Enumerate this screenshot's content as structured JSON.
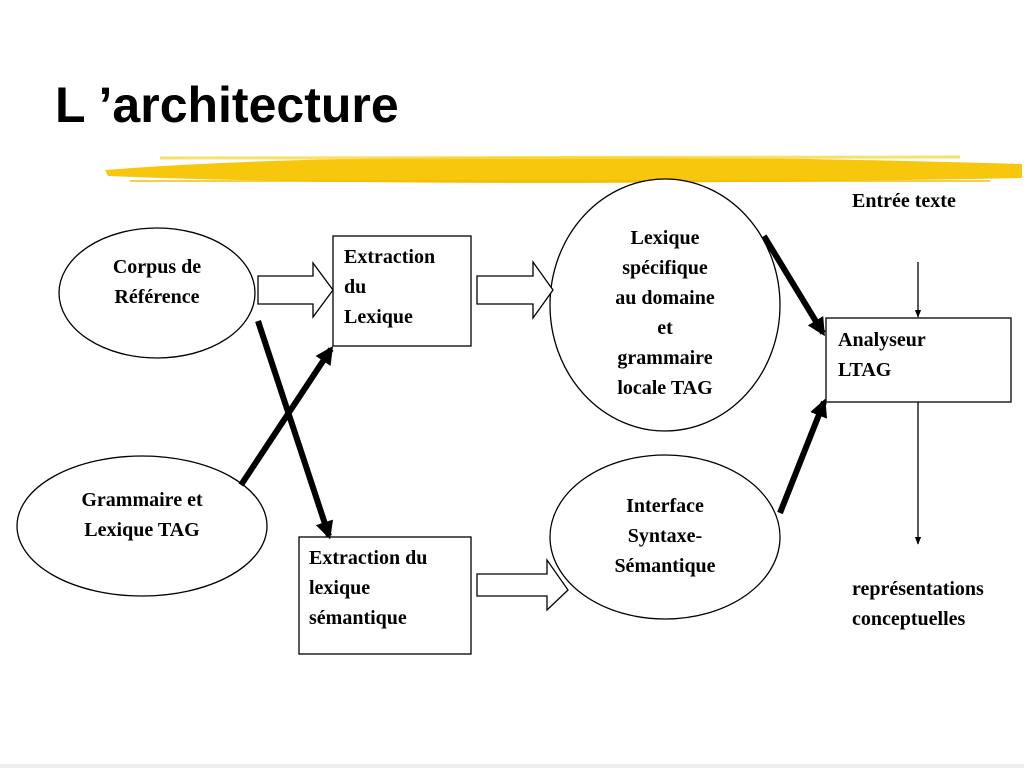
{
  "slide": {
    "title": "L ’architecture"
  },
  "nodes": {
    "corpus": "Corpus de\nRéférence",
    "grammaire": "Grammaire et\nLexique TAG",
    "extraction_lexique": "Extraction\ndu\nLexique",
    "extraction_semantique": "Extraction du\nlexique\nsémantique",
    "lexique_specifique": "Lexique\nspécifique\nau domaine\net\ngrammaire\nlocale TAG",
    "interface": "Interface\nSyntaxe-\nSémantique",
    "analyseur": "Analyseur\nLTAG",
    "entree": "Entrée texte",
    "representations": "représentations\nconceptuelles"
  },
  "colors": {
    "underline": "#f5c400",
    "stroke": "#000000"
  }
}
